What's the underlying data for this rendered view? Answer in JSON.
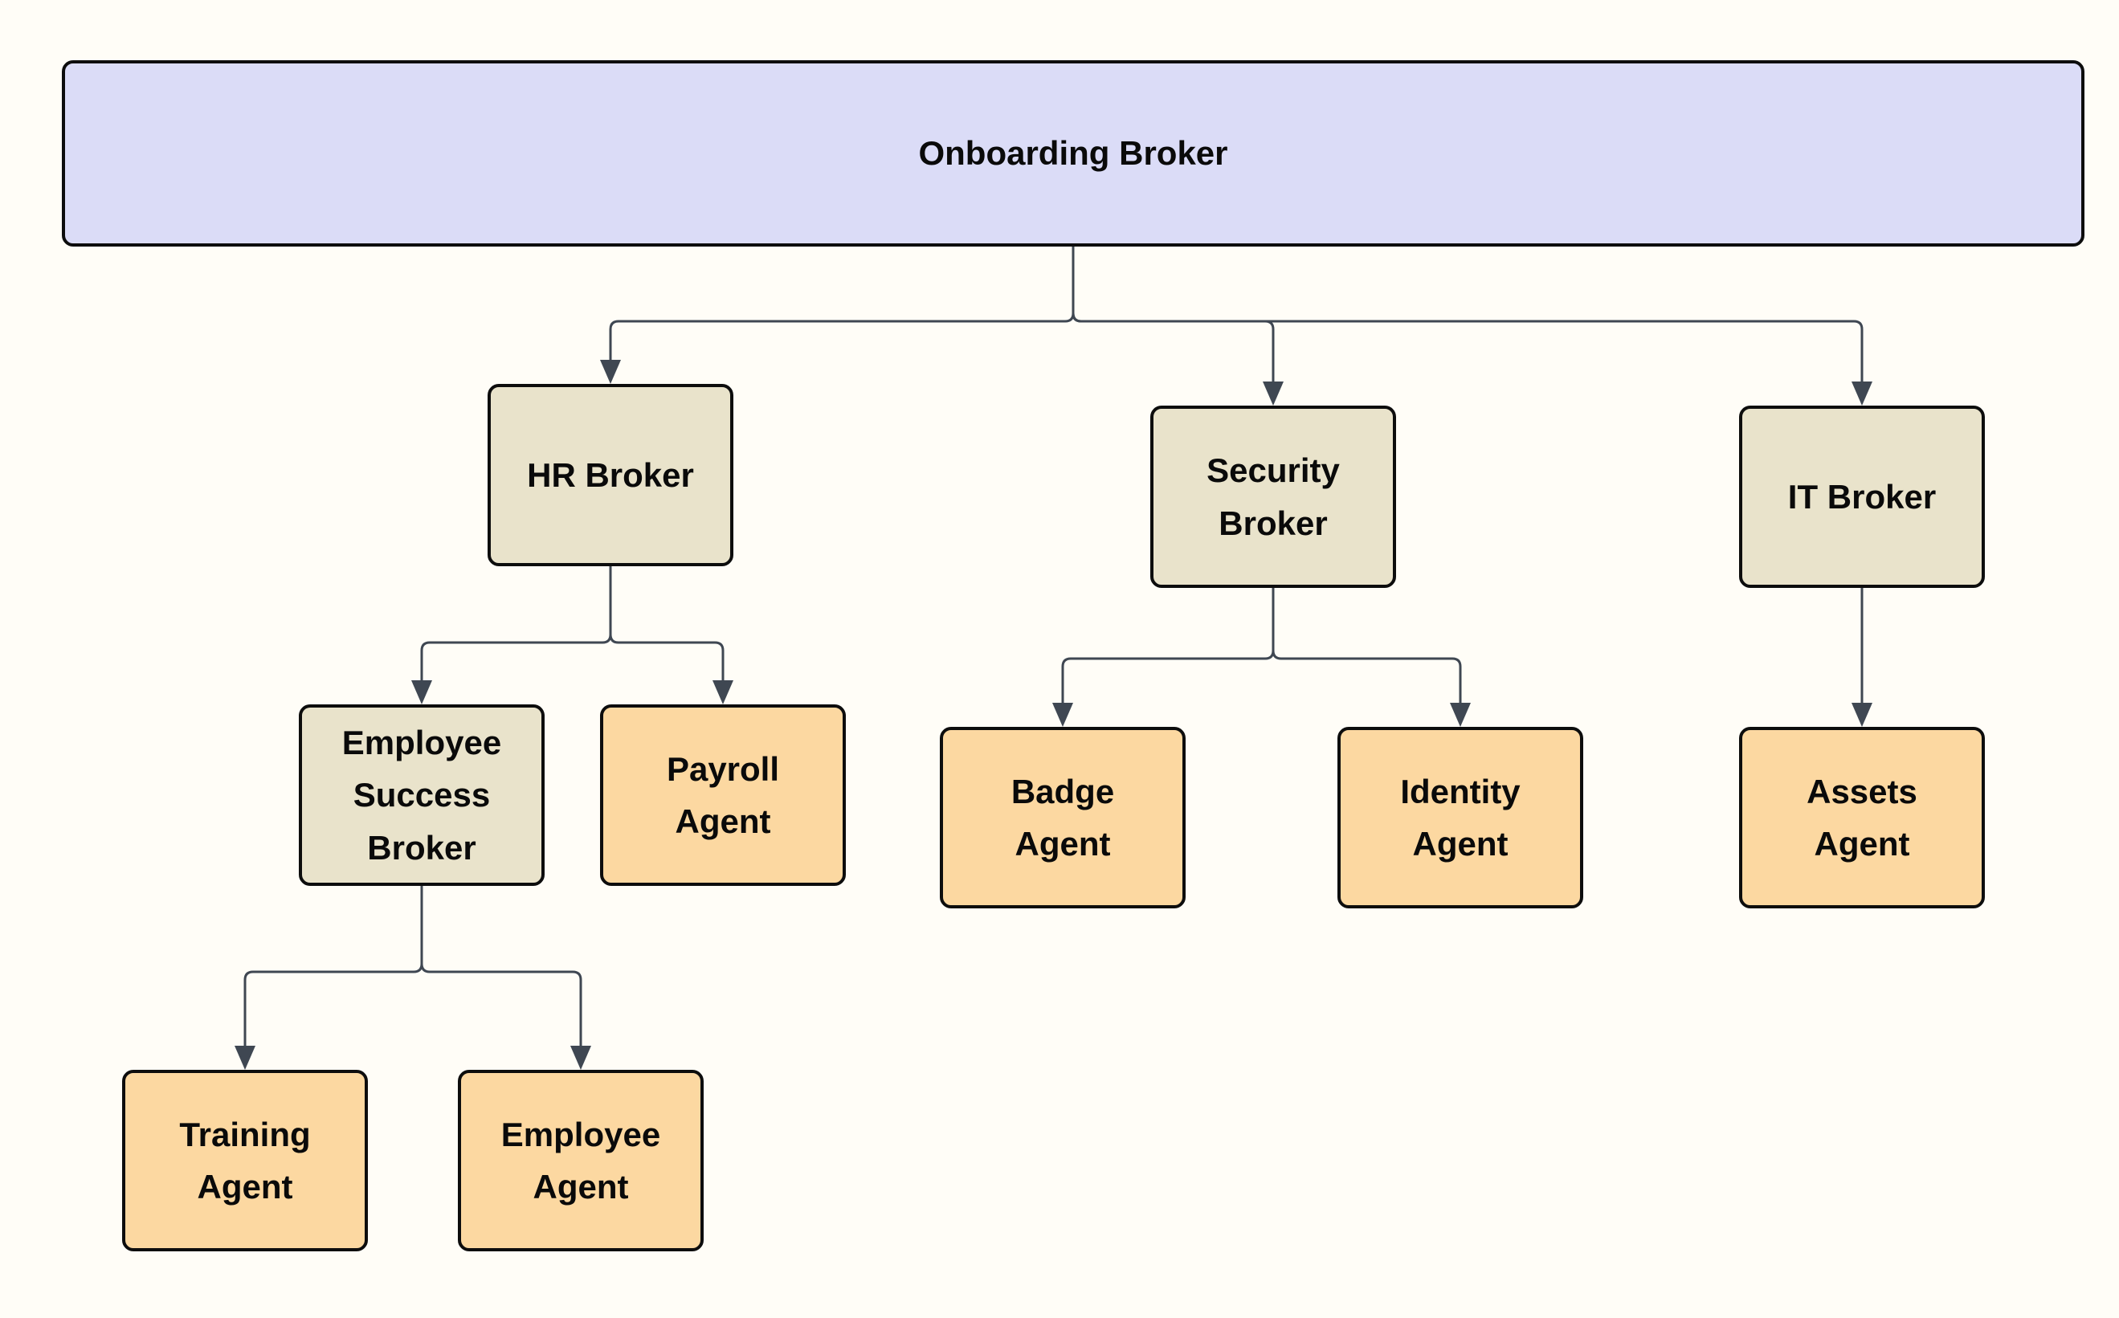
{
  "diagram": {
    "type": "flowchart",
    "direction": "top-down",
    "background": "#fffdf7",
    "colors": {
      "root_fill": "#dbdcf7",
      "broker_fill": "#e9e3cb",
      "agent_fill": "#fcd8a1",
      "node_border": "#0d0d0d",
      "connector": "#3f4752",
      "label_text": "#0a0a0a"
    },
    "nodes": {
      "onboarding": {
        "label": "Onboarding Broker",
        "role": "root"
      },
      "hr": {
        "label": "HR Broker",
        "role": "broker"
      },
      "security": {
        "label": "Security\nBroker",
        "role": "broker"
      },
      "it": {
        "label": "IT Broker",
        "role": "broker"
      },
      "employee_success": {
        "label": "Employee\nSuccess\nBroker",
        "role": "broker"
      },
      "payroll": {
        "label": "Payroll\nAgent",
        "role": "agent"
      },
      "badge": {
        "label": "Badge\nAgent",
        "role": "agent"
      },
      "identity": {
        "label": "Identity\nAgent",
        "role": "agent"
      },
      "assets": {
        "label": "Assets\nAgent",
        "role": "agent"
      },
      "training": {
        "label": "Training\nAgent",
        "role": "agent"
      },
      "employee": {
        "label": "Employee\nAgent",
        "role": "agent"
      }
    },
    "edges": [
      {
        "from": "Onboarding Broker",
        "to": "HR Broker"
      },
      {
        "from": "Onboarding Broker",
        "to": "Security Broker"
      },
      {
        "from": "Onboarding Broker",
        "to": "IT Broker"
      },
      {
        "from": "HR Broker",
        "to": "Employee Success Broker"
      },
      {
        "from": "HR Broker",
        "to": "Payroll Agent"
      },
      {
        "from": "Security Broker",
        "to": "Badge Agent"
      },
      {
        "from": "Security Broker",
        "to": "Identity Agent"
      },
      {
        "from": "IT Broker",
        "to": "Assets Agent"
      },
      {
        "from": "Employee Success Broker",
        "to": "Training Agent"
      },
      {
        "from": "Employee Success Broker",
        "to": "Employee Agent"
      }
    ]
  }
}
